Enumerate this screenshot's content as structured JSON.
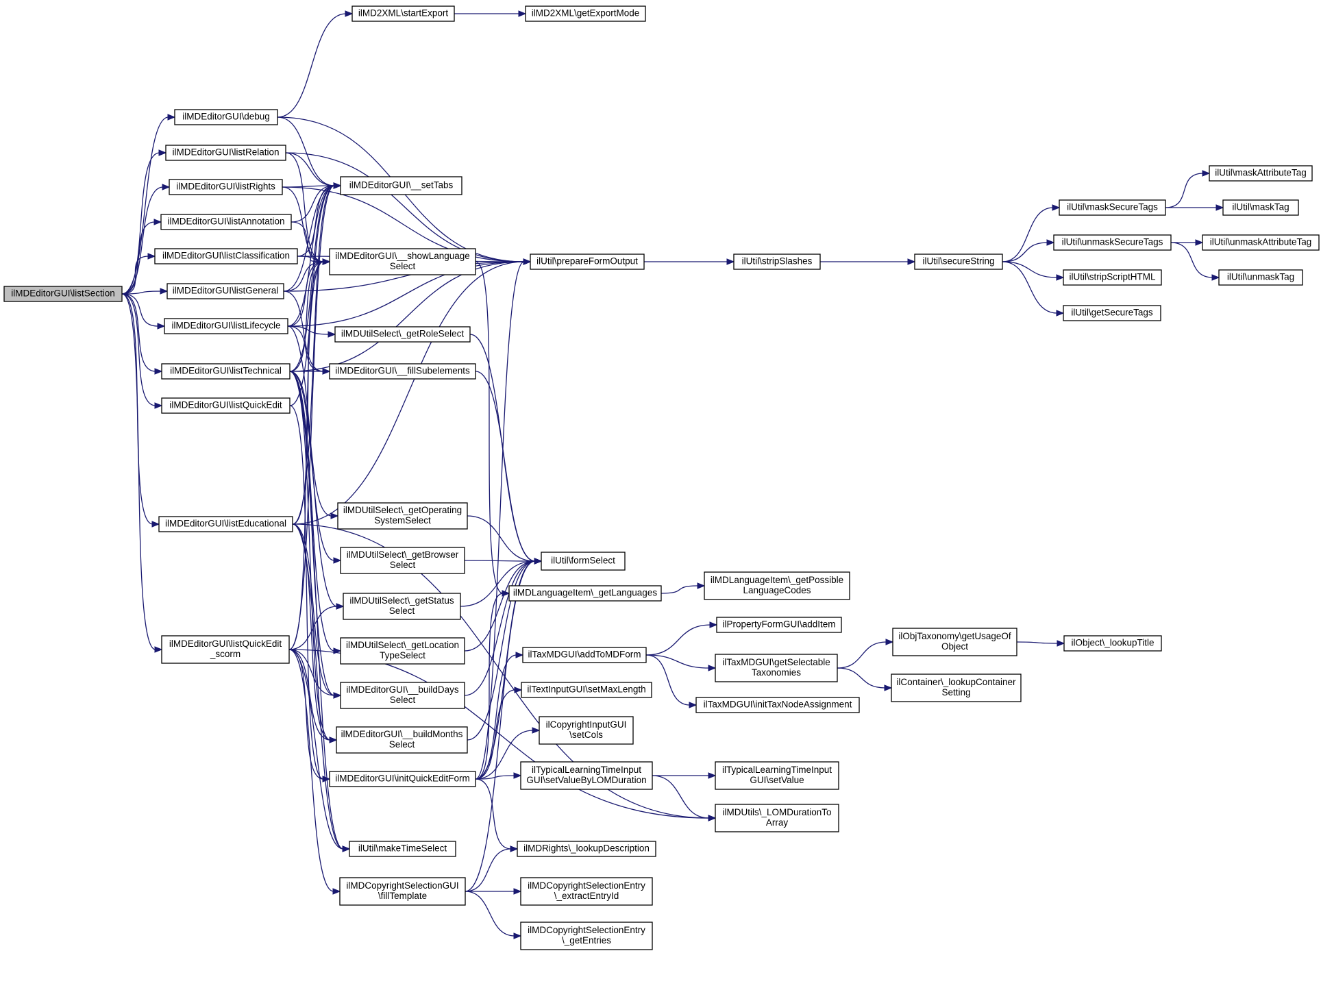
{
  "graph": {
    "root": "listSection",
    "nodes": [
      {
        "id": "listSection",
        "lines": [
          "ilMDEditorGUI\\listSection"
        ]
      },
      {
        "id": "debug",
        "lines": [
          "ilMDEditorGUI\\debug"
        ]
      },
      {
        "id": "listRelation",
        "lines": [
          "ilMDEditorGUI\\listRelation"
        ]
      },
      {
        "id": "listRights",
        "lines": [
          "ilMDEditorGUI\\listRights"
        ]
      },
      {
        "id": "listAnnotation",
        "lines": [
          "ilMDEditorGUI\\listAnnotation"
        ]
      },
      {
        "id": "listClassification",
        "lines": [
          "ilMDEditorGUI\\listClassification"
        ]
      },
      {
        "id": "listGeneral",
        "lines": [
          "ilMDEditorGUI\\listGeneral"
        ]
      },
      {
        "id": "listLifecycle",
        "lines": [
          "ilMDEditorGUI\\listLifecycle"
        ]
      },
      {
        "id": "listTechnical",
        "lines": [
          "ilMDEditorGUI\\listTechnical"
        ]
      },
      {
        "id": "listQuickEdit",
        "lines": [
          "ilMDEditorGUI\\listQuickEdit"
        ]
      },
      {
        "id": "listEducational",
        "lines": [
          "ilMDEditorGUI\\listEducational"
        ]
      },
      {
        "id": "listQuickEdit_scorm",
        "lines": [
          "ilMDEditorGUI\\listQuickEdit",
          "_scorm"
        ]
      },
      {
        "id": "startExport",
        "lines": [
          "ilMD2XML\\startExport"
        ]
      },
      {
        "id": "getExportMode",
        "lines": [
          "ilMD2XML\\getExportMode"
        ]
      },
      {
        "id": "setTabs",
        "lines": [
          "ilMDEditorGUI\\__setTabs"
        ]
      },
      {
        "id": "showLanguageSelect",
        "lines": [
          "ilMDEditorGUI\\__showLanguage",
          "Select"
        ]
      },
      {
        "id": "getRoleSelect",
        "lines": [
          "ilMDUtilSelect\\_getRoleSelect"
        ]
      },
      {
        "id": "fillSubelements",
        "lines": [
          "ilMDEditorGUI\\__fillSubelements"
        ]
      },
      {
        "id": "getOperatingSystemSelect",
        "lines": [
          "ilMDUtilSelect\\_getOperating",
          "SystemSelect"
        ]
      },
      {
        "id": "getBrowserSelect",
        "lines": [
          "ilMDUtilSelect\\_getBrowser",
          "Select"
        ]
      },
      {
        "id": "getStatusSelect",
        "lines": [
          "ilMDUtilSelect\\_getStatus",
          "Select"
        ]
      },
      {
        "id": "getLocationTypeSelect",
        "lines": [
          "ilMDUtilSelect\\_getLocation",
          "TypeSelect"
        ]
      },
      {
        "id": "buildDaysSelect",
        "lines": [
          "ilMDEditorGUI\\__buildDays",
          "Select"
        ]
      },
      {
        "id": "buildMonthsSelect",
        "lines": [
          "ilMDEditorGUI\\__buildMonths",
          "Select"
        ]
      },
      {
        "id": "initQuickEditForm",
        "lines": [
          "ilMDEditorGUI\\initQuickEditForm"
        ]
      },
      {
        "id": "makeTimeSelect",
        "lines": [
          "ilUtil\\makeTimeSelect"
        ]
      },
      {
        "id": "fillTemplate",
        "lines": [
          "ilMDCopyrightSelectionGUI",
          "\\fillTemplate"
        ]
      },
      {
        "id": "prepareFormOutput",
        "lines": [
          "ilUtil\\prepareFormOutput"
        ]
      },
      {
        "id": "formSelect",
        "lines": [
          "ilUtil\\formSelect"
        ]
      },
      {
        "id": "getLanguages",
        "lines": [
          "ilMDLanguageItem\\_getLanguages"
        ]
      },
      {
        "id": "addToMDForm",
        "lines": [
          "ilTaxMDGUI\\addToMDForm"
        ]
      },
      {
        "id": "setMaxLength",
        "lines": [
          "ilTextInputGUI\\setMaxLength"
        ]
      },
      {
        "id": "setCols",
        "lines": [
          "ilCopyrightInputGUI",
          "\\setCols"
        ]
      },
      {
        "id": "setValueByLOMDuration",
        "lines": [
          "ilTypicalLearningTimeInput",
          "GUI\\setValueByLOMDuration"
        ]
      },
      {
        "id": "lookupDescription",
        "lines": [
          "ilMDRights\\_lookupDescription"
        ]
      },
      {
        "id": "extractEntryId",
        "lines": [
          "ilMDCopyrightSelectionEntry",
          "\\_extractEntryId"
        ]
      },
      {
        "id": "getEntries",
        "lines": [
          "ilMDCopyrightSelectionEntry",
          "\\_getEntries"
        ]
      },
      {
        "id": "stripSlashes",
        "lines": [
          "ilUtil\\stripSlashes"
        ]
      },
      {
        "id": "getPossibleLanguageCodes",
        "lines": [
          "ilMDLanguageItem\\_getPossible",
          "LanguageCodes"
        ]
      },
      {
        "id": "addItem",
        "lines": [
          "ilPropertyFormGUI\\addItem"
        ]
      },
      {
        "id": "getSelectableTaxonomies",
        "lines": [
          "ilTaxMDGUI\\getSelectable",
          "Taxonomies"
        ]
      },
      {
        "id": "initTaxNodeAssignment",
        "lines": [
          "ilTaxMDGUI\\initTaxNodeAssignment"
        ]
      },
      {
        "id": "setValue",
        "lines": [
          "ilTypicalLearningTimeInput",
          "GUI\\setValue"
        ]
      },
      {
        "id": "LOMDurationToArray",
        "lines": [
          "ilMDUtils\\_LOMDurationTo",
          "Array"
        ]
      },
      {
        "id": "secureString",
        "lines": [
          "ilUtil\\secureString"
        ]
      },
      {
        "id": "getUsageOfObject",
        "lines": [
          "ilObjTaxonomy\\getUsageOf",
          "Object"
        ]
      },
      {
        "id": "lookupContainerSetting",
        "lines": [
          "ilContainer\\_lookupContainer",
          "Setting"
        ]
      },
      {
        "id": "lookupTitle",
        "lines": [
          "ilObject\\_lookupTitle"
        ]
      },
      {
        "id": "maskSecureTags",
        "lines": [
          "ilUtil\\maskSecureTags"
        ]
      },
      {
        "id": "unmaskSecureTags",
        "lines": [
          "ilUtil\\unmaskSecureTags"
        ]
      },
      {
        "id": "stripScriptHTML",
        "lines": [
          "ilUtil\\stripScriptHTML"
        ]
      },
      {
        "id": "getSecureTags",
        "lines": [
          "ilUtil\\getSecureTags"
        ]
      },
      {
        "id": "maskAttributeTag",
        "lines": [
          "ilUtil\\maskAttributeTag"
        ]
      },
      {
        "id": "maskTag",
        "lines": [
          "ilUtil\\maskTag"
        ]
      },
      {
        "id": "unmaskAttributeTag",
        "lines": [
          "ilUtil\\unmaskAttributeTag"
        ]
      },
      {
        "id": "unmaskTag",
        "lines": [
          "ilUtil\\unmaskTag"
        ]
      }
    ],
    "edges": [
      [
        "listSection",
        "debug"
      ],
      [
        "listSection",
        "listRelation"
      ],
      [
        "listSection",
        "listRights"
      ],
      [
        "listSection",
        "listAnnotation"
      ],
      [
        "listSection",
        "listClassification"
      ],
      [
        "listSection",
        "listGeneral"
      ],
      [
        "listSection",
        "listLifecycle"
      ],
      [
        "listSection",
        "listTechnical"
      ],
      [
        "listSection",
        "listQuickEdit"
      ],
      [
        "listSection",
        "listEducational"
      ],
      [
        "listSection",
        "listQuickEdit_scorm"
      ],
      [
        "debug",
        "startExport"
      ],
      [
        "debug",
        "setTabs"
      ],
      [
        "debug",
        "prepareFormOutput"
      ],
      [
        "startExport",
        "getExportMode"
      ],
      [
        "listRelation",
        "setTabs"
      ],
      [
        "listRelation",
        "showLanguageSelect"
      ],
      [
        "listRelation",
        "prepareFormOutput"
      ],
      [
        "listRights",
        "setTabs"
      ],
      [
        "listRights",
        "showLanguageSelect"
      ],
      [
        "listRights",
        "prepareFormOutput"
      ],
      [
        "listAnnotation",
        "setTabs"
      ],
      [
        "listAnnotation",
        "showLanguageSelect"
      ],
      [
        "listClassification",
        "setTabs"
      ],
      [
        "listClassification",
        "showLanguageSelect"
      ],
      [
        "listClassification",
        "prepareFormOutput"
      ],
      [
        "listGeneral",
        "setTabs"
      ],
      [
        "listGeneral",
        "showLanguageSelect"
      ],
      [
        "listGeneral",
        "prepareFormOutput"
      ],
      [
        "listGeneral",
        "fillSubelements"
      ],
      [
        "listLifecycle",
        "setTabs"
      ],
      [
        "listLifecycle",
        "showLanguageSelect"
      ],
      [
        "listLifecycle",
        "prepareFormOutput"
      ],
      [
        "listLifecycle",
        "getRoleSelect"
      ],
      [
        "listLifecycle",
        "fillSubelements"
      ],
      [
        "listLifecycle",
        "getStatusSelect"
      ],
      [
        "listTechnical",
        "setTabs"
      ],
      [
        "listTechnical",
        "showLanguageSelect"
      ],
      [
        "listTechnical",
        "prepareFormOutput"
      ],
      [
        "listTechnical",
        "fillSubelements"
      ],
      [
        "listTechnical",
        "getOperatingSystemSelect"
      ],
      [
        "listTechnical",
        "getBrowserSelect"
      ],
      [
        "listTechnical",
        "getLocationTypeSelect"
      ],
      [
        "listTechnical",
        "buildDaysSelect"
      ],
      [
        "listTechnical",
        "buildMonthsSelect"
      ],
      [
        "listTechnical",
        "makeTimeSelect"
      ],
      [
        "listQuickEdit",
        "setTabs"
      ],
      [
        "listQuickEdit",
        "initQuickEditForm"
      ],
      [
        "listEducational",
        "setTabs"
      ],
      [
        "listEducational",
        "showLanguageSelect"
      ],
      [
        "listEducational",
        "prepareFormOutput"
      ],
      [
        "listEducational",
        "buildDaysSelect"
      ],
      [
        "listEducational",
        "buildMonthsSelect"
      ],
      [
        "listEducational",
        "makeTimeSelect"
      ],
      [
        "listEducational",
        "LOMDurationToArray"
      ],
      [
        "listQuickEdit_scorm",
        "setTabs"
      ],
      [
        "listQuickEdit_scorm",
        "showLanguageSelect"
      ],
      [
        "listQuickEdit_scorm",
        "getStatusSelect"
      ],
      [
        "listQuickEdit_scorm",
        "buildDaysSelect"
      ],
      [
        "listQuickEdit_scorm",
        "buildMonthsSelect"
      ],
      [
        "listQuickEdit_scorm",
        "initQuickEditForm"
      ],
      [
        "listQuickEdit_scorm",
        "makeTimeSelect"
      ],
      [
        "listQuickEdit_scorm",
        "fillTemplate"
      ],
      [
        "listQuickEdit_scorm",
        "LOMDurationToArray"
      ],
      [
        "showLanguageSelect",
        "getLanguages"
      ],
      [
        "getRoleSelect",
        "formSelect"
      ],
      [
        "fillSubelements",
        "formSelect"
      ],
      [
        "getOperatingSystemSelect",
        "formSelect"
      ],
      [
        "getBrowserSelect",
        "formSelect"
      ],
      [
        "getStatusSelect",
        "formSelect"
      ],
      [
        "getLocationTypeSelect",
        "formSelect"
      ],
      [
        "buildDaysSelect",
        "formSelect"
      ],
      [
        "buildMonthsSelect",
        "formSelect"
      ],
      [
        "initQuickEditForm",
        "formSelect"
      ],
      [
        "initQuickEditForm",
        "prepareFormOutput"
      ],
      [
        "initQuickEditForm",
        "getLanguages"
      ],
      [
        "initQuickEditForm",
        "addToMDForm"
      ],
      [
        "initQuickEditForm",
        "setMaxLength"
      ],
      [
        "initQuickEditForm",
        "setCols"
      ],
      [
        "initQuickEditForm",
        "setValueByLOMDuration"
      ],
      [
        "initQuickEditForm",
        "lookupDescription"
      ],
      [
        "fillTemplate",
        "formSelect"
      ],
      [
        "fillTemplate",
        "lookupDescription"
      ],
      [
        "fillTemplate",
        "extractEntryId"
      ],
      [
        "fillTemplate",
        "getEntries"
      ],
      [
        "prepareFormOutput",
        "stripSlashes"
      ],
      [
        "getLanguages",
        "getPossibleLanguageCodes"
      ],
      [
        "addToMDForm",
        "addItem"
      ],
      [
        "addToMDForm",
        "getSelectableTaxonomies"
      ],
      [
        "addToMDForm",
        "initTaxNodeAssignment"
      ],
      [
        "setValueByLOMDuration",
        "setValue"
      ],
      [
        "setValueByLOMDuration",
        "LOMDurationToArray"
      ],
      [
        "getSelectableTaxonomies",
        "getUsageOfObject"
      ],
      [
        "getSelectableTaxonomies",
        "lookupContainerSetting"
      ],
      [
        "getUsageOfObject",
        "lookupTitle"
      ],
      [
        "stripSlashes",
        "secureString"
      ],
      [
        "secureString",
        "maskSecureTags"
      ],
      [
        "secureString",
        "unmaskSecureTags"
      ],
      [
        "secureString",
        "stripScriptHTML"
      ],
      [
        "secureString",
        "getSecureTags"
      ],
      [
        "maskSecureTags",
        "maskAttributeTag"
      ],
      [
        "maskSecureTags",
        "maskTag"
      ],
      [
        "unmaskSecureTags",
        "unmaskAttributeTag"
      ],
      [
        "unmaskSecureTags",
        "unmaskTag"
      ]
    ]
  }
}
